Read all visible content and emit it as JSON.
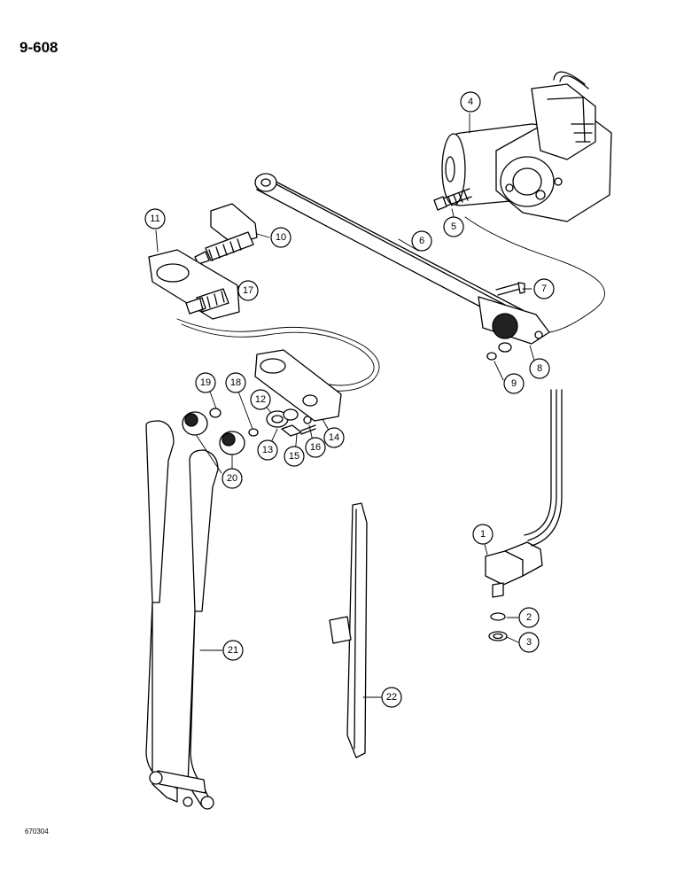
{
  "page": {
    "number": "9-608",
    "figure_code": "670304"
  },
  "callouts": [
    {
      "id": "c1",
      "label": "1"
    },
    {
      "id": "c2",
      "label": "2"
    },
    {
      "id": "c3",
      "label": "3"
    },
    {
      "id": "c4",
      "label": "4"
    },
    {
      "id": "c5",
      "label": "5"
    },
    {
      "id": "c6",
      "label": "6"
    },
    {
      "id": "c7",
      "label": "7"
    },
    {
      "id": "c8",
      "label": "8"
    },
    {
      "id": "c9",
      "label": "9"
    },
    {
      "id": "c10",
      "label": "10"
    },
    {
      "id": "c11",
      "label": "11"
    },
    {
      "id": "c12",
      "label": "12"
    },
    {
      "id": "c13",
      "label": "13"
    },
    {
      "id": "c14",
      "label": "14"
    },
    {
      "id": "c15",
      "label": "15"
    },
    {
      "id": "c16",
      "label": "16"
    },
    {
      "id": "c17",
      "label": "17"
    },
    {
      "id": "c18",
      "label": "18"
    },
    {
      "id": "c19",
      "label": "19"
    },
    {
      "id": "c20",
      "label": "20"
    },
    {
      "id": "c21",
      "label": "21"
    },
    {
      "id": "c22",
      "label": "22"
    }
  ]
}
